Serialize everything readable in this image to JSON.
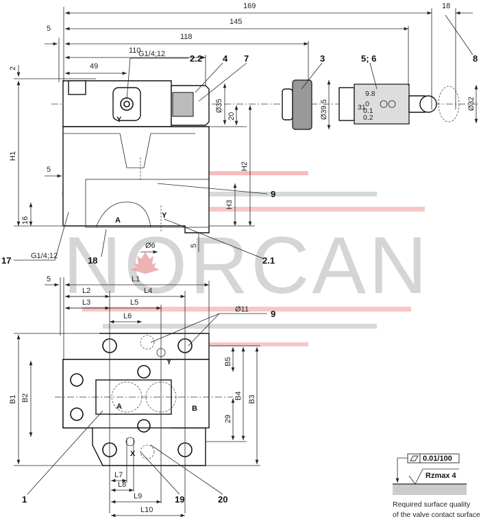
{
  "top_view": {
    "dimensions": {
      "d169": "169",
      "d145": "145",
      "d118": "118",
      "d110": "110",
      "d49": "49",
      "d5_top": "5",
      "d18": "18",
      "d2": "2",
      "h1": "H1",
      "d35": "Ø35",
      "d20": "20",
      "d39_5": "Ø39.5",
      "d32": "Ø32",
      "h2": "H2",
      "h3": "H3",
      "d5_left": "5",
      "d16": "16",
      "d6": "Ø6",
      "d5_small": "5"
    },
    "threads": {
      "top": "G1/4;12",
      "bottom": "G1/4;12"
    },
    "callouts": {
      "c2_2": "2.2",
      "c4": "4",
      "c7": "7",
      "c3": "3",
      "c5_6": "5; 6",
      "c8": "8",
      "c9": "9",
      "c17": "17",
      "c18": "18",
      "c2_1": "2.1"
    },
    "ports": {
      "y_top": "Y",
      "a": "A",
      "y": "Y"
    },
    "scale_marks": [
      "9.8",
      "0",
      "0.1",
      "0.2",
      "31"
    ]
  },
  "bottom_view": {
    "dimensions": {
      "d5": "5",
      "l1": "L1",
      "l2": "L2",
      "l4": "L4",
      "l3": "L3",
      "l5": "L5",
      "l6": "L6",
      "d11": "Ø11",
      "b1": "B1",
      "b2": "B2",
      "b5": "B5",
      "b4": "B4",
      "b3": "B3",
      "d29": "29",
      "l7": "L7",
      "l8": "L8",
      "l9": "L9",
      "l10": "L10"
    },
    "callouts": {
      "c9": "9",
      "c1": "1",
      "c19": "19",
      "c20": "20"
    },
    "ports": {
      "a": "A",
      "b": "B",
      "y": "Y",
      "x": "X"
    }
  },
  "surface_note": {
    "flatness": "0.01/100",
    "roughness": "Rzmax 4",
    "line1": "Required surface quality",
    "line2": "of the valve contact surface"
  },
  "watermark": {
    "text": "NORCAN",
    "colors": {
      "red": "#f4a0a0",
      "gray": "#c8c8c8",
      "leaf": "#e8a0a0"
    }
  }
}
